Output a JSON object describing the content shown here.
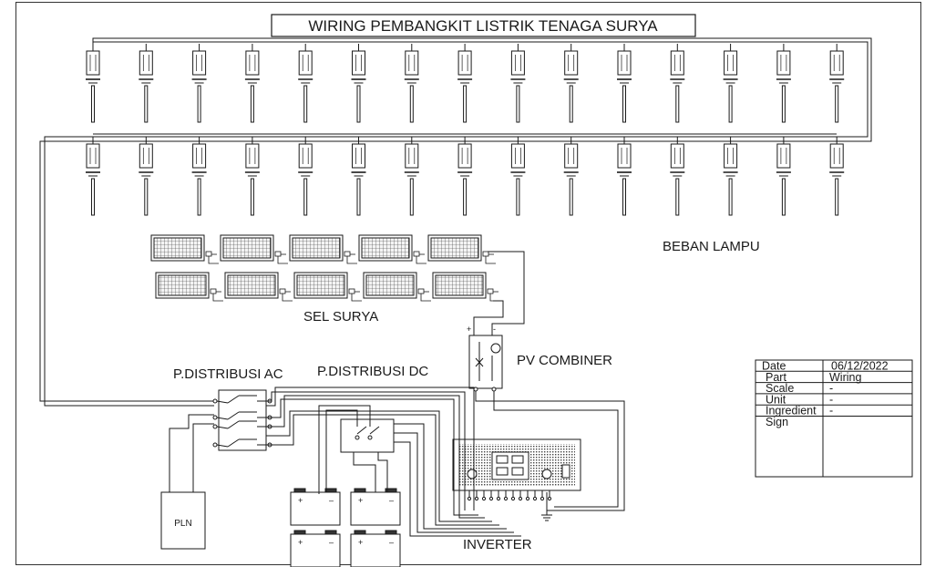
{
  "title": "WIRING PEMBANGKIT LISTRIK TENAGA SURYA",
  "labels": {
    "beban_lampu": "BEBAN LAMPU",
    "sel_surya": "SEL SURYA",
    "pv_combiner": "PV COMBINER",
    "distribusi_ac": "P.DISTRIBUSI AC",
    "distribusi_dc": "P.DISTRIBUSI DC",
    "inverter": "INVERTER",
    "pln": "PLN"
  },
  "title_block": [
    {
      "key": "Date",
      "value": "06/12/2022"
    },
    {
      "key": "Part",
      "value": "Wiring"
    },
    {
      "key": "Scale",
      "value": "-"
    },
    {
      "key": "Unit",
      "value": "-"
    },
    {
      "key": "Ingredient",
      "value": "-"
    },
    {
      "key": "Sign",
      "value": ""
    }
  ],
  "lamp_rows": 2,
  "lamps_per_row": 15,
  "panel_rows": 2,
  "panels_per_row": 5,
  "battery_count": 4,
  "colors": {
    "line": "#1a1a1a",
    "background": "#ffffff"
  }
}
